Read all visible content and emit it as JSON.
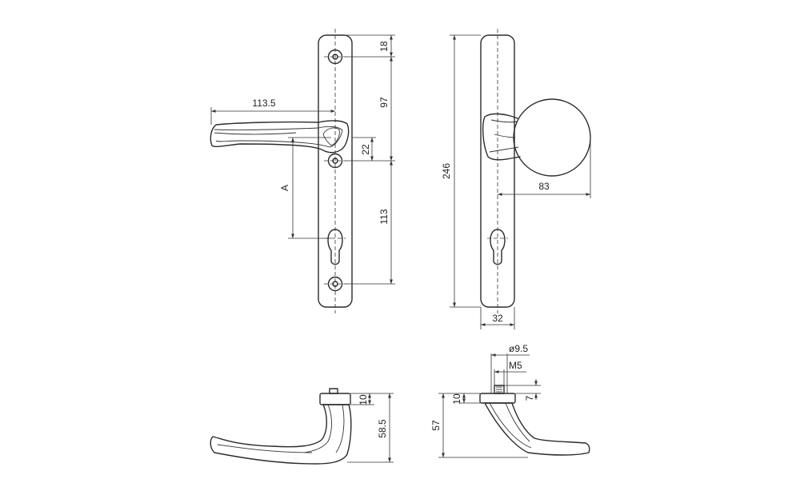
{
  "dimensions": {
    "d_18": "18",
    "d_97": "97",
    "d_22": "22",
    "d_113": "113",
    "d_113_5": "113.5",
    "d_A": "A",
    "d_246": "246",
    "d_83": "83",
    "d_32": "32",
    "d_9_5": "ø9.5",
    "d_M5": "M5",
    "d_10_left": "10",
    "d_58_5": "58.5",
    "d_10_right": "10",
    "d_7": "7",
    "d_57": "57"
  },
  "colors": {
    "line": "#2b2b2b",
    "background": "#ffffff"
  }
}
